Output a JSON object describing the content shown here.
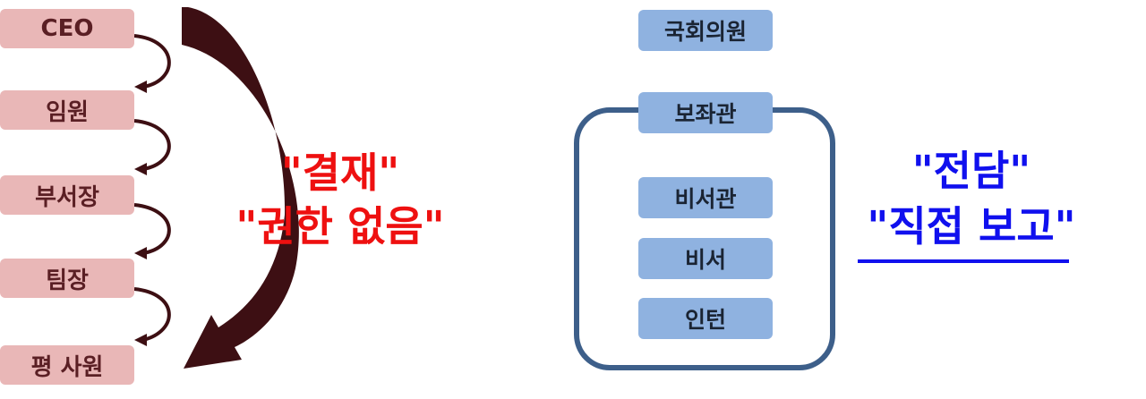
{
  "hierarchy": {
    "levels": [
      "CEO",
      "임원",
      "부서장",
      "팀장",
      "평 사원"
    ],
    "callout_line1": "\"결재\"",
    "callout_line2": "\"권한 없음\""
  },
  "team": {
    "top_member": "국회의원",
    "lead": "보좌관",
    "members": [
      "비서관",
      "비서",
      "인턴"
    ],
    "callout_line1": "\"전담\"",
    "callout_line2": "\"직접 보고\""
  },
  "colors": {
    "rank_box": "#e9b7b7",
    "rank_text": "#5a1f24",
    "arrow": "#3d0f13",
    "blue_box": "#8fb2e0",
    "frame": "#3d5f8a",
    "red_callout": "#ee1010",
    "blue_callout": "#1010ee"
  }
}
